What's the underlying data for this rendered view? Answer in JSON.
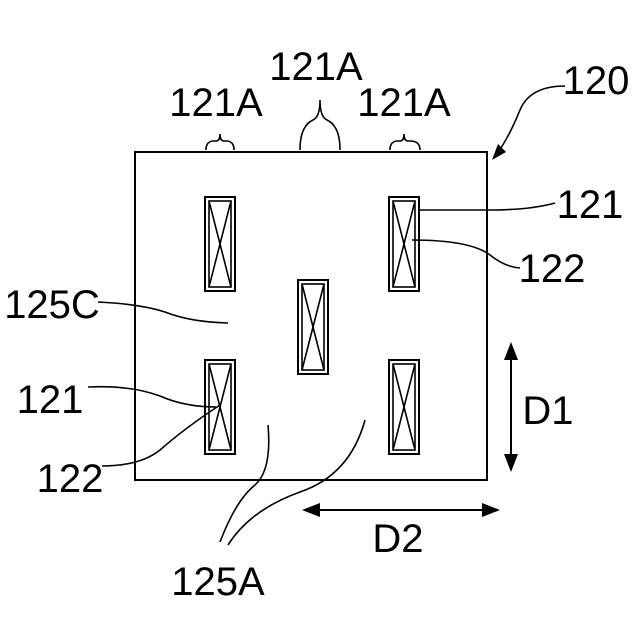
{
  "figure": {
    "ref_120": "120",
    "groups": [
      "121A",
      "121A",
      "121A"
    ],
    "right_labels": [
      "121",
      "122"
    ],
    "left_labels": [
      "125C",
      "121",
      "122"
    ],
    "bottom_label": "125A",
    "dimensions": {
      "d1": "D1",
      "d2": "D2"
    },
    "colors": {
      "stroke": "#000000",
      "background": "#ffffff"
    }
  }
}
